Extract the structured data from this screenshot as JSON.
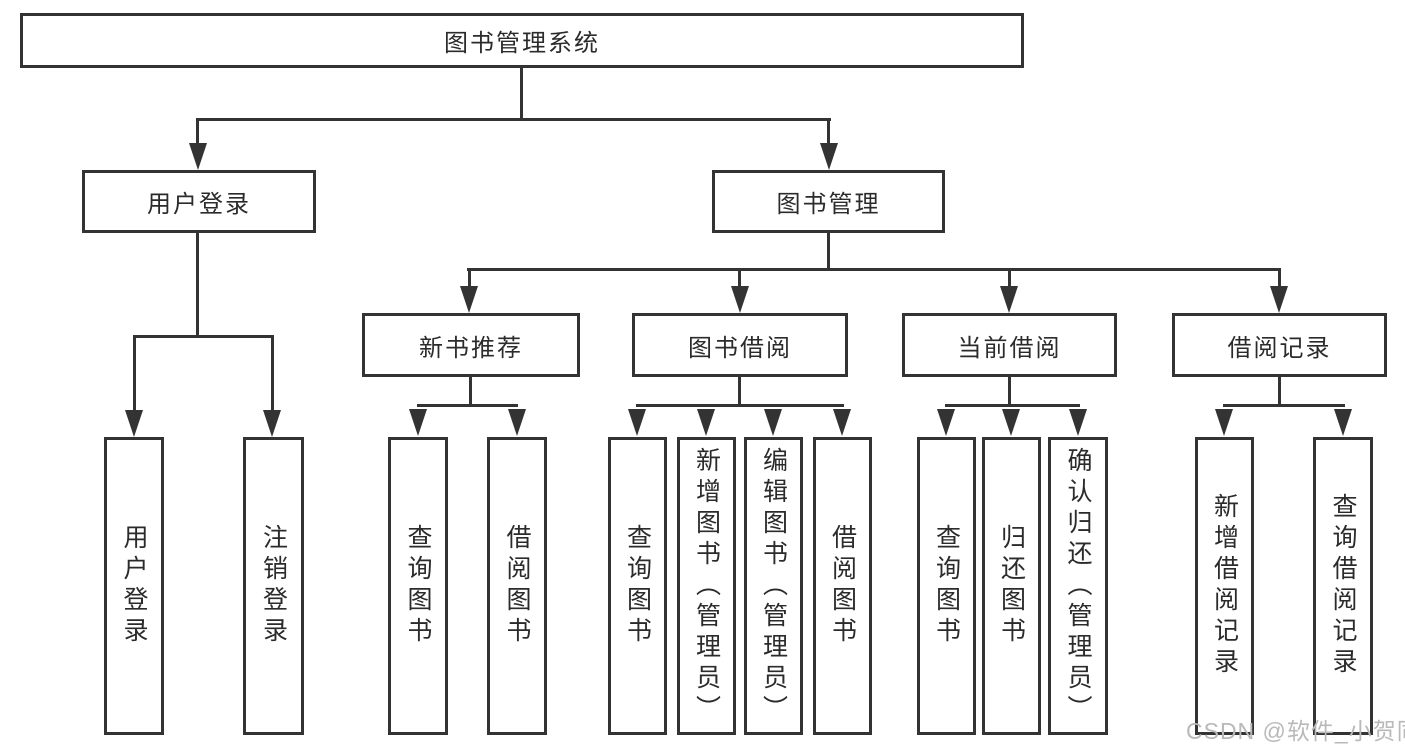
{
  "diagram": {
    "type": "tree",
    "root": "图书管理系统",
    "level2": {
      "user_login": "用户登录",
      "book_mgmt": "图书管理"
    },
    "level3": {
      "new_books": "新书推荐",
      "book_borrow": "图书借阅",
      "current_borrow": "当前借阅",
      "borrow_records": "借阅记录"
    },
    "leaves": {
      "user_login": [
        "用户登录",
        "注销登录"
      ],
      "new_books": [
        "查询图书",
        "借阅图书"
      ],
      "book_borrow": [
        "查询图书",
        "新增图书（管理员）",
        "编辑图书（管理员）",
        "借阅图书"
      ],
      "current_borrow": [
        "查询图书",
        "归还图书",
        "确认归还（管理员）"
      ],
      "borrow_records": [
        "新增借阅记录",
        "查询借阅记录"
      ]
    }
  },
  "watermark": "CSDN @软件_小贺同学",
  "colors": {
    "line": "#333333",
    "text": "#2b2b2b",
    "watermark": "#b9b9b9",
    "background": "#ffffff"
  }
}
